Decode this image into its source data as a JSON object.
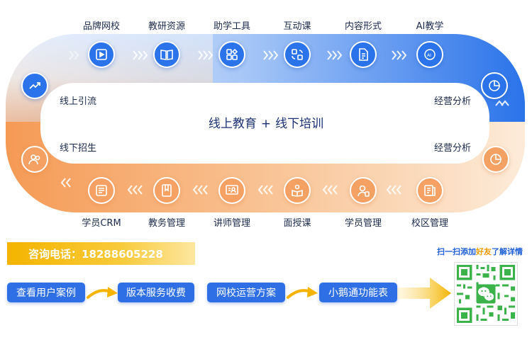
{
  "center": {
    "left": "线上教育",
    "plus": "+",
    "right": "线下培训"
  },
  "top_items": [
    {
      "label": "品牌网校",
      "icon": "play-board-icon"
    },
    {
      "label": "教研资源",
      "icon": "book-open-icon"
    },
    {
      "label": "助学工具",
      "icon": "grid-tools-icon"
    },
    {
      "label": "互动课",
      "icon": "interactive-icon"
    },
    {
      "label": "内容形式",
      "icon": "document-icon"
    },
    {
      "label": "AI教学",
      "icon": "ai-head-icon"
    }
  ],
  "bottom_items": [
    {
      "label": "学员CRM",
      "icon": "list-card-icon"
    },
    {
      "label": "教务管理",
      "icon": "notebook-icon"
    },
    {
      "label": "讲师管理",
      "icon": "teacher-board-icon"
    },
    {
      "label": "面授课",
      "icon": "reading-person-icon"
    },
    {
      "label": "学员管理",
      "icon": "student-icon"
    },
    {
      "label": "校区管理",
      "icon": "campus-doc-icon"
    }
  ],
  "side": {
    "online_traffic": "线上引流",
    "offline_recruit": "线下招生",
    "analysis_top": "经营分析",
    "analysis_bottom": "经营分析"
  },
  "contact": {
    "phone_text": "咨询电话：18288605228"
  },
  "qr_caption": {
    "part1": "扫一扫添加",
    "highlight": "好友",
    "part2": "了解详情"
  },
  "actions": [
    {
      "label": "查看用户案例"
    },
    {
      "label": "版本服务收费"
    },
    {
      "label": "网校运营方案"
    },
    {
      "label": "小鹅通功能表"
    }
  ],
  "colors": {
    "blue": "#2a73ea",
    "orange": "#f5a164",
    "gold": "#f4b400",
    "wechat_green": "#3bb34a"
  }
}
